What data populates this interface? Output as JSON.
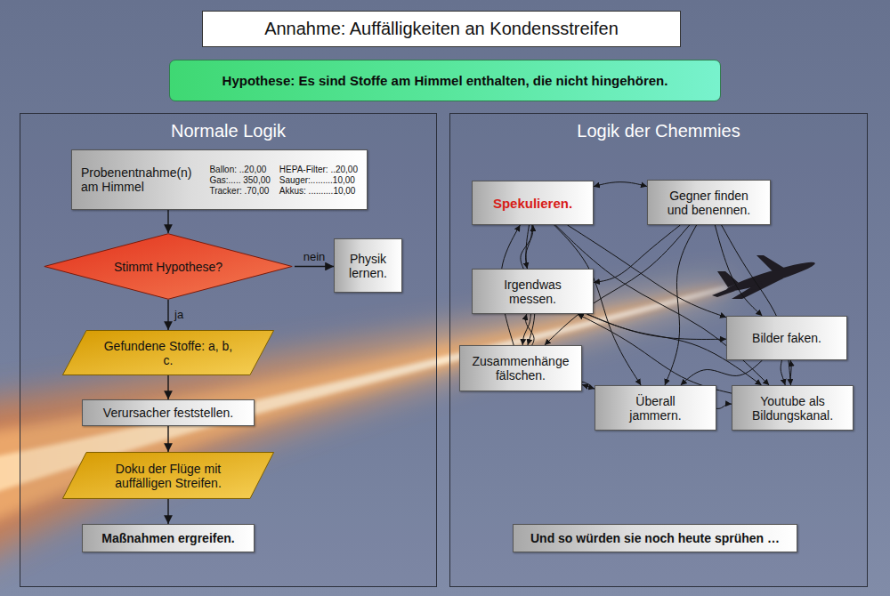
{
  "diagram": {
    "title": "Annahme: Auffälligkeiten an Kondensstreifen",
    "nodes": [
      {
        "text": [
          "Hypothese: Es sind Stoffe am Himmel enthalten, die nicht hingehören."
        ]
      },
      {
        "text": [
          "Normale Logik"
        ]
      },
      {
        "text": [
          "Probenentnahme(n) am Himmel",
          "Ballon: ..20,00",
          "HEPA-Filter: ..20,00",
          "Gas:..... 350,00",
          "Sauger:.........10,00",
          "Tracker: .70,00",
          "Akkus: ..........10,00"
        ],
        "in": 1
      },
      {
        "text": [
          "Stimmt Hypothese?"
        ],
        "in": 1
      },
      {
        "text": [
          "Physik lernen."
        ],
        "in": 1
      },
      {
        "text": [
          "Gefundene Stoffe: a, b, c."
        ],
        "in": 1
      },
      {
        "text": [
          "Verursacher feststellen."
        ],
        "in": 1
      },
      {
        "text": [
          "Doku der Flüge mit auffälligen Streifen."
        ],
        "in": 1
      },
      {
        "text": [
          "Maßnahmen ergreifen."
        ],
        "in": 1
      },
      {
        "text": [
          "Logik der Chemmies"
        ]
      },
      {
        "text": [
          "Spekulieren."
        ],
        "in": 9
      },
      {
        "text": [
          "Gegner finden und benennen."
        ],
        "in": 9
      },
      {
        "text": [
          "Irgendwas messen."
        ],
        "in": 9
      },
      {
        "text": [
          "Bilder faken."
        ],
        "in": 9
      },
      {
        "text": [
          "Zusammenhänge fälschen."
        ],
        "in": 9
      },
      {
        "text": [
          "Überall jammern."
        ],
        "in": 9
      },
      {
        "text": [
          "Youtube als Bildungskanal."
        ],
        "in": 9
      },
      {
        "text": [
          "Und so würden sie noch heute sprühen …"
        ],
        "in": 9
      }
    ],
    "edges": [
      {
        "from": 2,
        "to": 3,
        "arrow": "to"
      },
      {
        "from": 3,
        "to": 4,
        "label": "nein",
        "arrow": "to"
      },
      {
        "from": 3,
        "to": 5,
        "label": "ja",
        "arrow": "to"
      },
      {
        "from": 5,
        "to": 6,
        "arrow": "to"
      },
      {
        "from": 6,
        "to": 7,
        "arrow": "to"
      },
      {
        "from": 7,
        "to": 8,
        "arrow": "to"
      },
      {
        "from": 10,
        "to": 11,
        "arrow": "both"
      },
      {
        "from": 10,
        "to": 12,
        "arrow": "to"
      },
      {
        "from": 12,
        "to": 10,
        "arrow": "to"
      },
      {
        "from": 10,
        "to": 14,
        "arrow": "to"
      },
      {
        "from": 14,
        "to": 10,
        "arrow": "to"
      },
      {
        "from": 10,
        "to": 13,
        "arrow": "to"
      },
      {
        "from": 10,
        "to": 15,
        "arrow": "to"
      },
      {
        "from": 10,
        "to": 16,
        "arrow": "to"
      },
      {
        "from": 11,
        "to": 12,
        "arrow": "to"
      },
      {
        "from": 11,
        "to": 13,
        "arrow": "to"
      },
      {
        "from": 11,
        "to": 14,
        "arrow": "to"
      },
      {
        "from": 11,
        "to": 15,
        "arrow": "to"
      },
      {
        "from": 11,
        "to": 16,
        "arrow": "to"
      },
      {
        "from": 12,
        "to": 13,
        "arrow": "to"
      },
      {
        "from": 12,
        "to": 14,
        "arrow": "to"
      },
      {
        "from": 14,
        "to": 12,
        "arrow": "to"
      },
      {
        "from": 12,
        "to": 16,
        "arrow": "to"
      },
      {
        "from": 13,
        "to": 16,
        "arrow": "to"
      },
      {
        "from": 16,
        "to": 13,
        "arrow": "to"
      },
      {
        "from": 14,
        "to": 15,
        "arrow": "to"
      },
      {
        "from": 15,
        "to": 16,
        "arrow": "to"
      },
      {
        "from": 13,
        "to": 15,
        "arrow": "to"
      },
      {
        "from": 15,
        "to": 14,
        "arrow": "to"
      },
      {
        "from": 16,
        "to": 12,
        "arrow": "to"
      }
    ]
  }
}
